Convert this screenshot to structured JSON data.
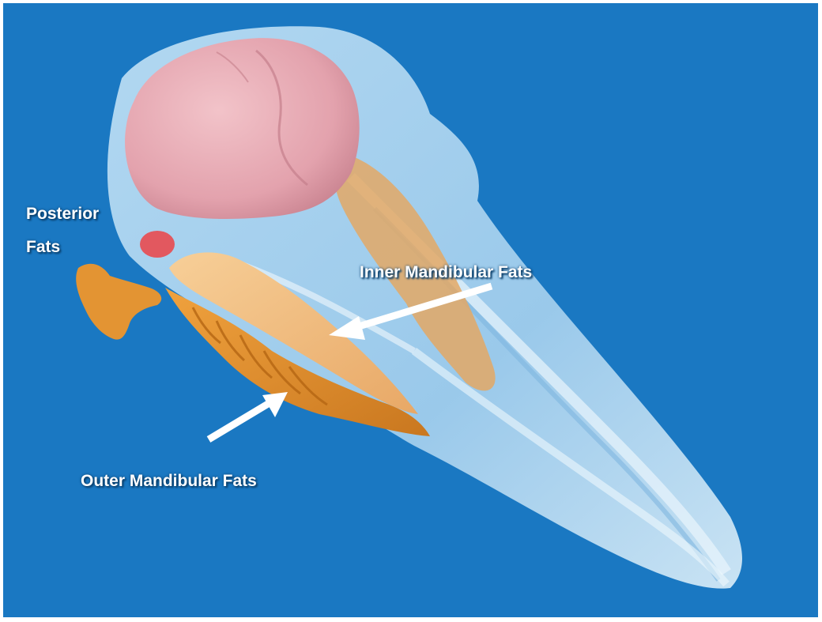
{
  "labels": {
    "posterior_line1": "Posterior",
    "posterior_line2": "Fats",
    "inner": "Inner Mandibular Fats",
    "outer": "Outer Mandibular Fats"
  },
  "colors": {
    "background": "#1a78c2",
    "skull": "#a9d3ef",
    "skull_shadow": "#7fb6df",
    "brain": "#e6a6b0",
    "brain_shade": "#c98390",
    "inner_fat": "#efb77c",
    "outer_fat": "#e2902c",
    "red_spot": "#e2585f",
    "arrow": "#ffffff"
  }
}
